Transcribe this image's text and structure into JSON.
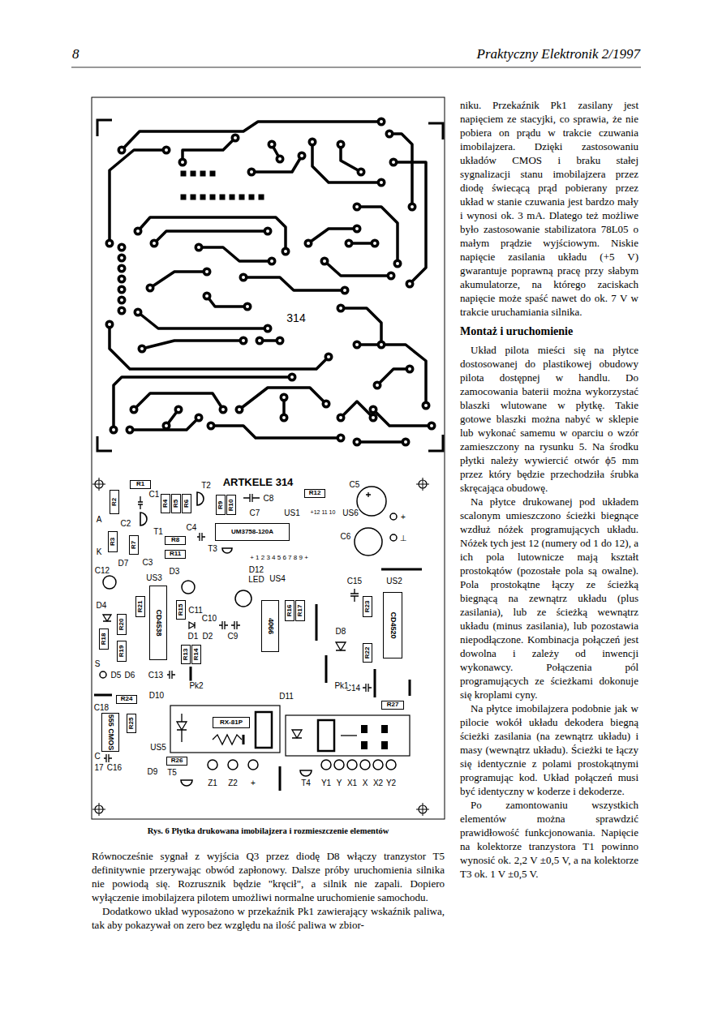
{
  "diagram": {
    "caption": "Rys. 6 Płytka drukowana imobilajzera i rozmieszczenie elementów",
    "nodes": [
      {
        "text": [
          "R1"
        ]
      },
      {
        "text": [
          "R2"
        ]
      },
      {
        "text": [
          "R4"
        ]
      },
      {
        "text": [
          "R5"
        ]
      },
      {
        "text": [
          "R6"
        ]
      },
      {
        "text": [
          "R9"
        ]
      },
      {
        "text": [
          "R10"
        ]
      },
      {
        "text": [
          "R12"
        ]
      },
      {
        "text": [
          "UM3758-120A"
        ]
      },
      {
        "text": [
          "R3"
        ]
      },
      {
        "text": [
          "R7"
        ]
      },
      {
        "text": [
          "R8"
        ]
      },
      {
        "text": [
          "R11"
        ]
      },
      {
        "text": [
          "CD4538"
        ]
      },
      {
        "text": [
          "R21"
        ]
      },
      {
        "text": [
          "R15"
        ]
      },
      {
        "text": [
          "4066"
        ]
      },
      {
        "text": [
          "R16"
        ]
      },
      {
        "text": [
          "R17"
        ]
      },
      {
        "text": [
          "R23"
        ]
      },
      {
        "text": [
          "CD4520"
        ]
      },
      {
        "text": [
          "R20"
        ]
      },
      {
        "text": [
          "R18"
        ]
      },
      {
        "text": [
          "R19"
        ]
      },
      {
        "text": [
          "R13"
        ]
      },
      {
        "text": [
          "R14"
        ]
      },
      {
        "text": [
          "R22"
        ]
      },
      {
        "text": [
          "R24"
        ]
      },
      {
        "text": [
          "R27"
        ]
      },
      {
        "text": [
          "555 CMOS"
        ]
      },
      {
        "text": [
          "R25"
        ]
      },
      {
        "text": [
          "RX-81P"
        ]
      },
      {
        "text": [
          "R26"
        ]
      }
    ],
    "labels": [
      "8",
      "Praktyczny Elektronik 2/1997",
      "314",
      "ARTKELE 314",
      "T2",
      "C5",
      "A",
      "C1",
      "C8",
      "C7",
      "US1",
      "+12 11 10",
      "US6",
      "+",
      "C2",
      "T1",
      "C4",
      "T3",
      "C6",
      "⊥",
      "K",
      "D7",
      "C3",
      "+ 1 2 3 4 5 6 7 8 9 +",
      "C12",
      "US3",
      "D3",
      "D12",
      "LED",
      "US4",
      "C15",
      "US2",
      "D4",
      "C11",
      "C10",
      "D1",
      "D2",
      "C9",
      "D8",
      "S",
      "D5",
      "D6",
      "C13",
      "C14",
      "C18",
      "D10",
      "Pk2",
      "D11",
      "Pk1",
      "C",
      "17",
      "C16",
      "US5",
      "D9",
      "T5",
      "Z1",
      "Z2",
      "+",
      "T4",
      "Y1",
      "Y",
      "X1",
      "X",
      "X2",
      "Y2",
      "Równocześnie sygnał z wyjścia Q3 przez diodę D8 włączy tranzystor T5 definitywnie przerywając obwód zapłonowy. Dalsze próby uruchomienia silnika nie powiodą się. Rozrusznik będzie \"kręcił\", a silnik nie zapali. Dopiero wyłączenie imobilajzera pilotem umożliwi normalne uruchomienie samochodu.",
      "Dodatkowo układ wyposażono w przekaźnik Pk1 zawierający wskaźnik paliwa, tak aby pokazywał on zero bez względu na ilość paliwa w zbior-",
      "niku. Przekaźnik Pk1 zasilany jest napięciem ze stacyjki, co sprawia, że nie pobiera on prądu w trakcie czuwania imobilajzera. Dzięki zastosowaniu układów CMOS i braku stałej sygnalizacji stanu imobilajzera przez diodę świecącą prąd pobierany przez układ w stanie czuwania jest bardzo mały i wynosi ok. 3 mA. Dlatego też możliwe było zastosowanie stabilizatora 78L05 o małym prądzie wyjściowym. Niskie napięcie zasilania układu (+5 V) gwarantuje poprawną pracę przy słabym akumulatorze, na którego zaciskach napięcie może spaść nawet do ok. 7 V w trakcie uruchamiania silnika.",
      "Montaż i uruchomienie",
      "Układ pilota mieści się na płytce dostosowanej do plastikowej obudowy pilota dostępnej w handlu. Do zamocowania baterii można wykorzystać blaszki wlutowane w płytkę. Takie gotowe blaszki można nabyć w sklepie lub wykonać samemu w oparciu o wzór zamieszczony na rysunku 5. Na środku płytki należy wywiercić otwór ϕ5 mm przez który będzie przechodziła śrubka skręcająca obudowę.",
      "Na płytce drukowanej pod układem scalonym umieszczono ścieżki biegnące wzdłuż nóżek programujących układu. Nóżek tych jest 12 (numery od 1 do 12), a ich pola lutownicze mają kształt prostokątów (pozostałe pola są owalne). Pola prostokątne łączy ze ścieżką biegnącą na zewnątrz układu (plus zasilania), lub ze ścieżką wewnątrz układu (minus zasilania), lub pozostawia niepodłączone. Kombinacja połączeń jest dowolna i zależy od inwencji wykonawcy. Połączenia pól programujących ze ścieżkami dokonuje się kroplami cyny.",
      "Na płytce imobilajzera podobnie jak w pilocie wokół układu dekodera biegną ścieżki zasilania (na zewnątrz układu) i masy (wewnątrz układu). Ścieżki te łączy się identycznie z polami prostokątnymi programując kod. Układ połączeń musi być identyczny w koderze i dekoderze.",
      "Po zamontowaniu wszystkich elementów można sprawdzić prawidłowość funkcjonowania. Napięcie na kolektorze tranzystora T1 powinno wynosić ok. 2,2 V ±0,5 V, a na kolektorze T3 ok. 1 V ±0,5 V."
    ]
  }
}
